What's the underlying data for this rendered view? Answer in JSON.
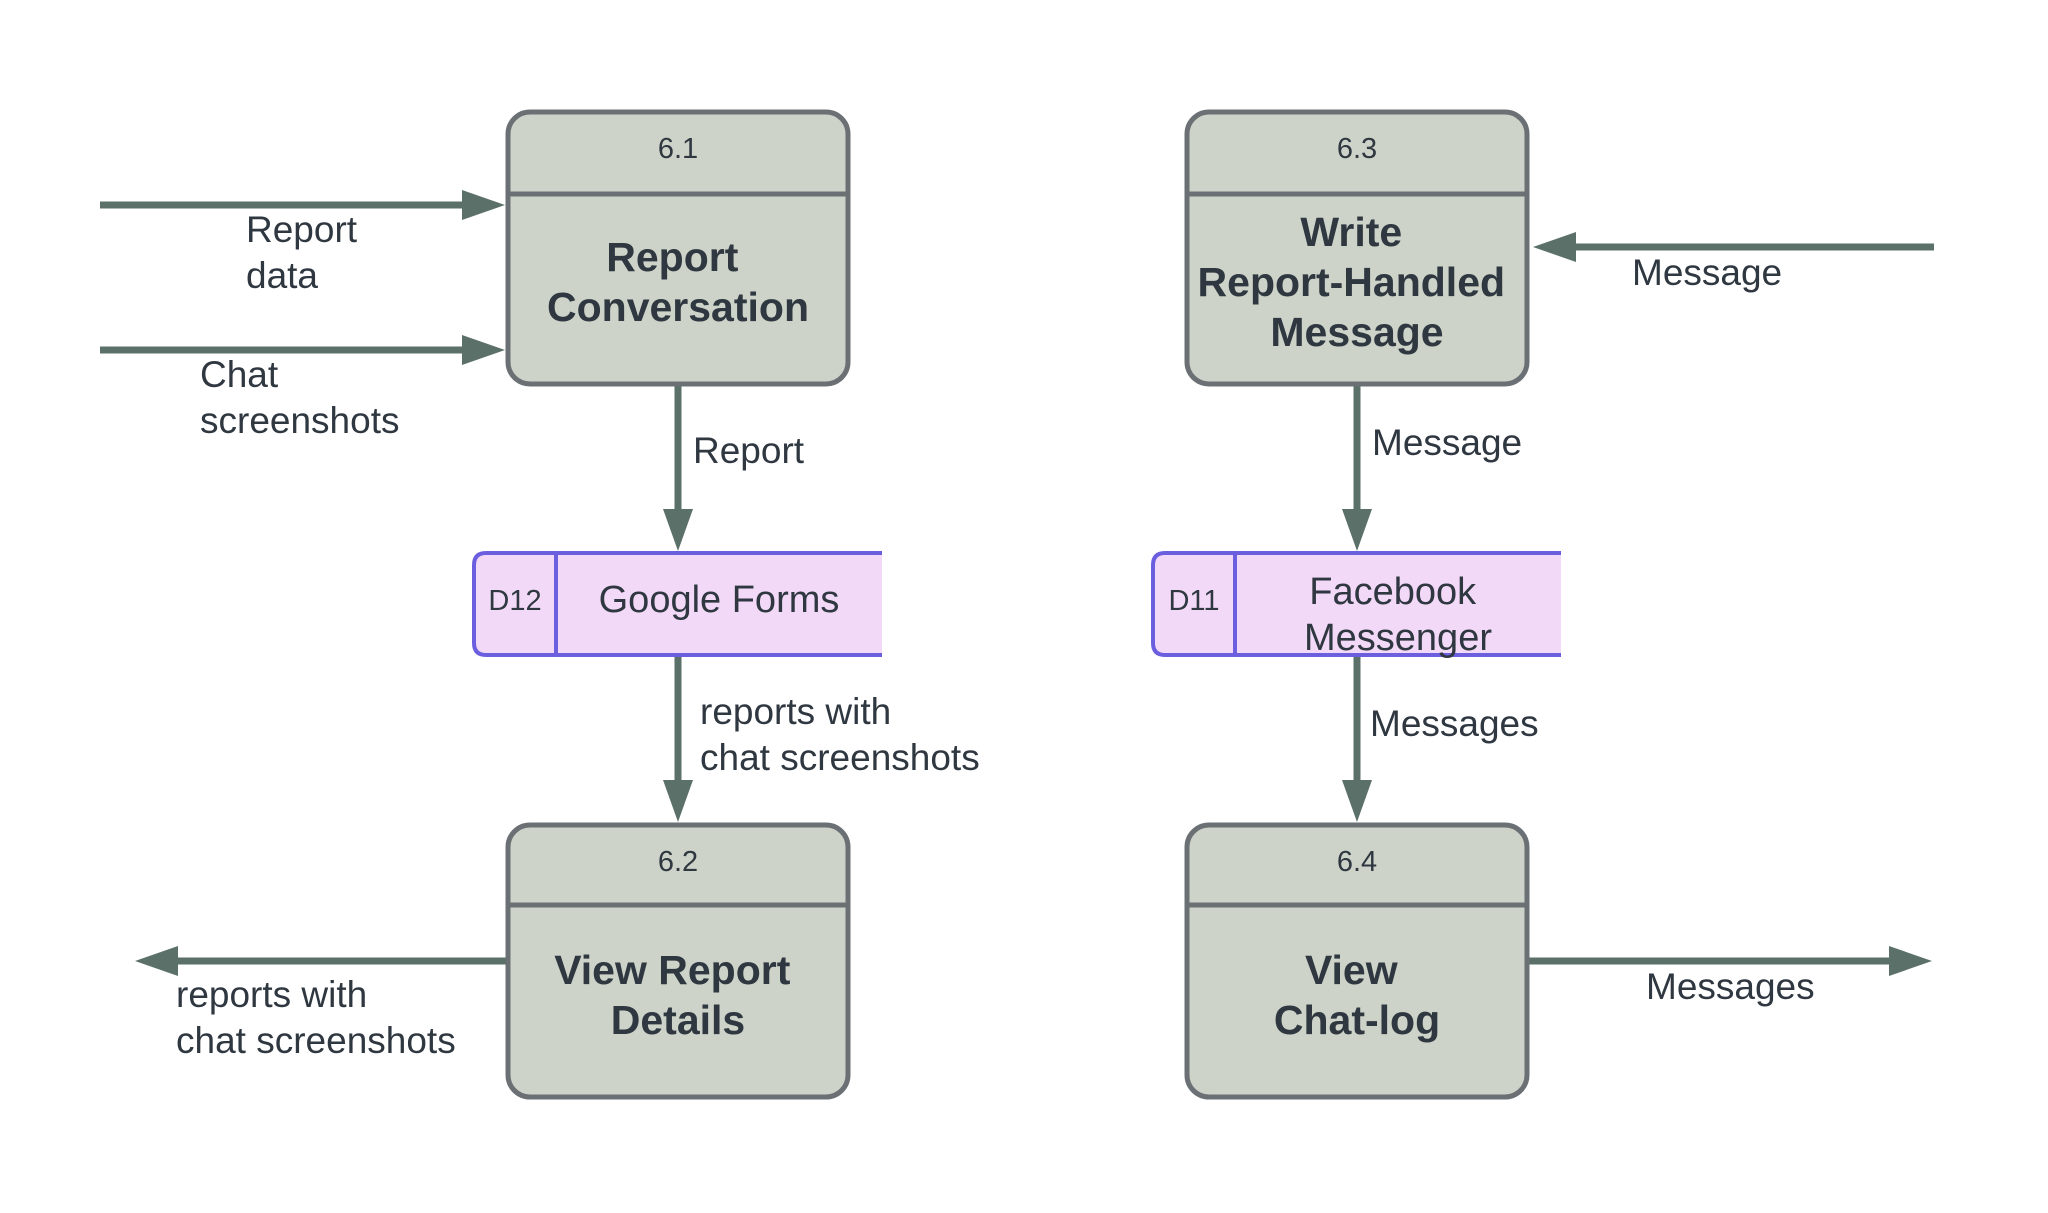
{
  "diagram": {
    "colors": {
      "process_fill": "#cdd3c8",
      "process_stroke": "#6b7075",
      "store_fill": "#f2d9f7",
      "store_stroke": "#6b5fe0",
      "arrow": "#5b7068",
      "text": "#2f3740"
    },
    "processes": {
      "p61": {
        "id": "6.1",
        "title_lines": [
          "Report",
          "Conversation"
        ]
      },
      "p62": {
        "id": "6.2",
        "title_lines": [
          "View Report",
          "Details"
        ]
      },
      "p63": {
        "id": "6.3",
        "title_lines": [
          "Write",
          "Report-Handled",
          "Message"
        ]
      },
      "p64": {
        "id": "6.4",
        "title_lines": [
          "View",
          "Chat-log"
        ]
      }
    },
    "stores": {
      "d12": {
        "id": "D12",
        "name_lines": [
          "Google Forms"
        ]
      },
      "d11": {
        "id": "D11",
        "name_lines": [
          "Facebook",
          "Messenger"
        ]
      }
    },
    "flows": {
      "report_data": {
        "lines": [
          "Report",
          "data"
        ]
      },
      "chat_screenshots": {
        "lines": [
          "Chat",
          "screenshots"
        ]
      },
      "report": {
        "lines": [
          "Report"
        ]
      },
      "reports_with_screens_down": {
        "lines": [
          "reports with",
          "chat screenshots"
        ]
      },
      "reports_with_screens_out": {
        "lines": [
          "reports with",
          "chat screenshots"
        ]
      },
      "message_in": {
        "lines": [
          "Message"
        ]
      },
      "message_down": {
        "lines": [
          "Message"
        ]
      },
      "messages_down": {
        "lines": [
          "Messages"
        ]
      },
      "messages_out": {
        "lines": [
          "Messages"
        ]
      }
    }
  }
}
